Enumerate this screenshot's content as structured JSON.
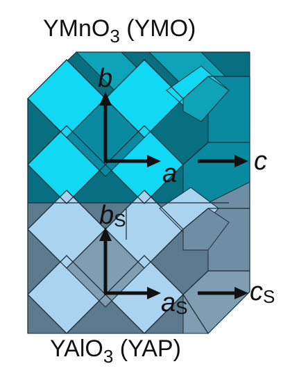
{
  "top_label": {
    "main": "YMnO",
    "sub": "3",
    "suffix": " (YMO)"
  },
  "bottom_label": {
    "main": "YAlO",
    "sub": "3",
    "suffix": " (YAP)"
  },
  "axes_ymo": {
    "a": "a",
    "b": "b",
    "c": "c"
  },
  "axes_yap": {
    "a": "a",
    "a_sub": "S",
    "b": "b",
    "b_sub": "S",
    "c": "c",
    "c_sub": "S"
  },
  "colors": {
    "ymo_front": "#12d9f3",
    "ymo_top": "#0fa3b8",
    "ymo_side": "#0a8aa0",
    "ymo_shadow": "#086f80",
    "yap_front": "#a9d3ee",
    "yap_top": "#7f9eb1",
    "yap_side": "#6d8ea3",
    "yap_shadow": "#5b7a8e",
    "edge": "#1b2a33",
    "arrow": "#111111"
  }
}
